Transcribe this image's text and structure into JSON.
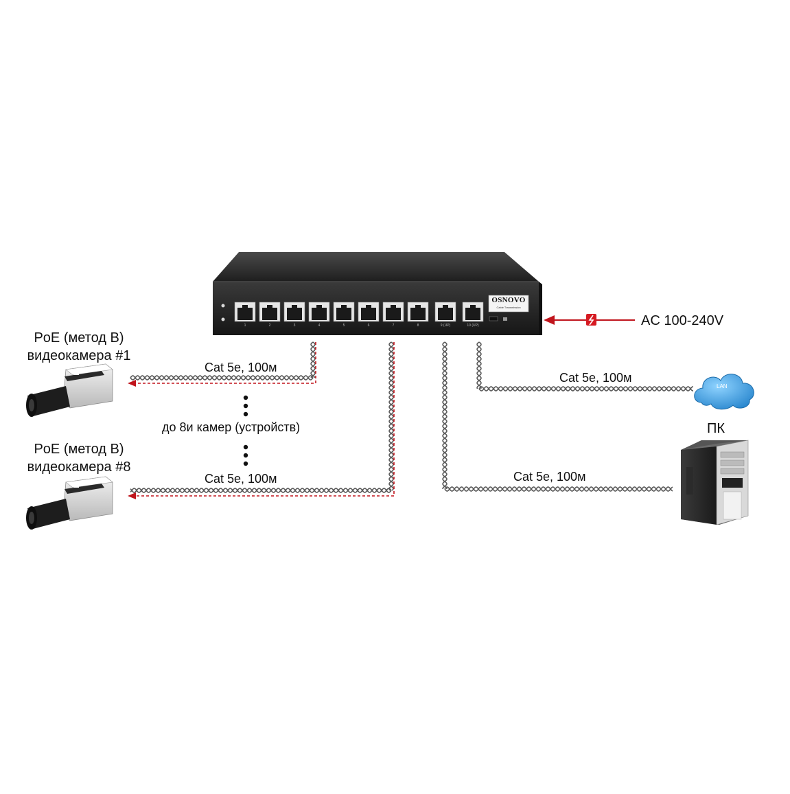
{
  "switch": {
    "brand": "OSNOVO",
    "brand_sub": "Cable Transmission",
    "port_numbers": [
      "1",
      "2",
      "3",
      "4",
      "5",
      "6",
      "7",
      "8"
    ],
    "uplink_labels": [
      "9 (UP)",
      "10 (UP)"
    ]
  },
  "power": {
    "label": "AC 100-240V"
  },
  "cameras": [
    {
      "line1": "PoE (метод B)",
      "line2": "видеокамера #1",
      "cable": "Cat 5e, 100м"
    },
    {
      "line1": "PoE (метод B)",
      "line2": "видеокамера #8",
      "cable": "Cat 5e, 100м"
    }
  ],
  "between_cameras": "до 8и камер (устройств)",
  "lan": {
    "label": "LAN",
    "cable": "Cat 5e, 100м"
  },
  "pc": {
    "label": "ПК",
    "cable": "Cat 5e, 100м"
  },
  "colors": {
    "switch_body": "#2a2a2a",
    "poe_dash": "#c0141c",
    "cable": "#555555",
    "lan_cloud": "#2a8fd6"
  }
}
